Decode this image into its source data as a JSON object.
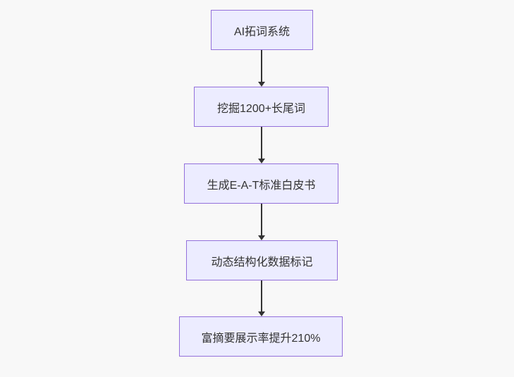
{
  "diagram": {
    "type": "flowchart",
    "direction": "top-down",
    "nodes": [
      {
        "id": "A",
        "label": "AI拓词系统"
      },
      {
        "id": "B",
        "label": "挖掘1200+长尾词"
      },
      {
        "id": "C",
        "label": "生成E-A-T标准白皮书"
      },
      {
        "id": "D",
        "label": "动态结构化数据标记"
      },
      {
        "id": "E",
        "label": "富摘要展示率提升210%"
      }
    ],
    "edges": [
      {
        "from": "AI拓词系统",
        "to": "挖掘1200+长尾词",
        "style": "arrow-down"
      },
      {
        "from": "挖掘1200+长尾词",
        "to": "生成E-A-T标准白皮书",
        "style": "arrow-down"
      },
      {
        "from": "生成E-A-T标准白皮书",
        "to": "动态结构化数据标记",
        "style": "arrow-down"
      },
      {
        "from": "动态结构化数据标记",
        "to": "富摘要展示率提升210%",
        "style": "arrow-down"
      }
    ],
    "colors": {
      "background": "#f8f8f8",
      "node_fill": "#ececff",
      "node_border": "#9370db",
      "edge": "#333333",
      "text": "#333333"
    }
  }
}
